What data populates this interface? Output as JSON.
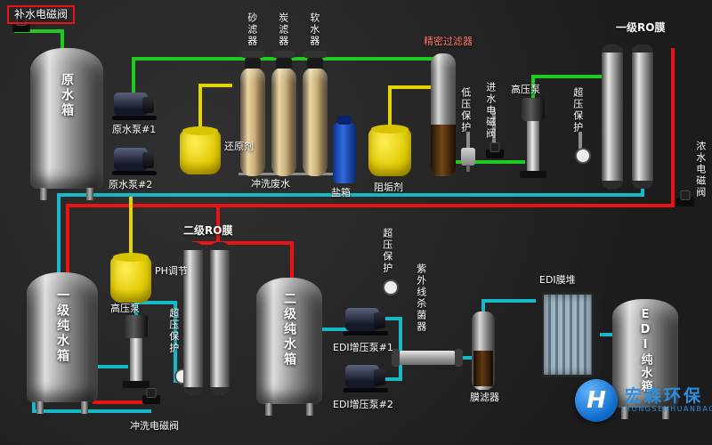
{
  "colors": {
    "green": "#1ecb1e",
    "red": "#e81414",
    "cyan": "#17b9c9",
    "yellow": "#e6d400",
    "logo_blue": "#2a8fe0"
  },
  "labels": {
    "makeup_valve": "补水电磁阀",
    "raw_tank": "原水箱",
    "raw_pump1": "原水泵#1",
    "raw_pump2": "原水泵#2",
    "reducing_agent": "还原剂",
    "sand_filter": "砂滤器",
    "carbon_filter": "炭滤器",
    "softener": "软水器",
    "flush_wastewater": "冲洗废水",
    "salt_box": "盐箱",
    "antiscalant": "阻垢剂",
    "precision_filter": "精密过滤器",
    "low_pressure_protect": "低压保护",
    "inlet_valve": "进水电磁阀",
    "hp_pump1": "高压泵",
    "overpressure1": "超压保护",
    "ro_stage1": "一级RO膜",
    "concentrate_valve": "浓水电磁阀",
    "pure_tank1": "一级纯水箱",
    "flush_valve": "冲洗电磁阀",
    "ph_adjust": "PH调节",
    "hp_pump2": "高压泵",
    "overpressure2": "超压保护",
    "ro_stage2": "二级RO膜",
    "pure_tank2": "二级纯水箱",
    "edi_pump1": "EDI增压泵#1",
    "edi_pump2": "EDI增压泵#2",
    "overpressure3": "超压保护",
    "uv_sterilizer": "紫外线杀菌器",
    "membrane_filter": "膜滤器",
    "edi_stack": "EDI膜堆",
    "edi_tank": "EDI纯水箱"
  },
  "logo": {
    "monogram": "H",
    "name": "宏森环保",
    "sub": "HONGSENHUANBAO"
  }
}
